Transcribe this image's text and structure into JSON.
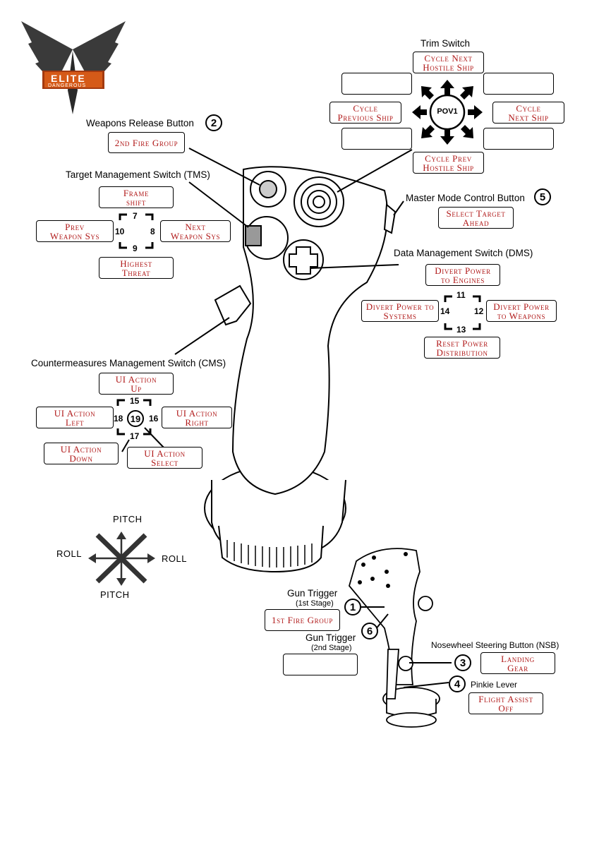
{
  "logo": {
    "text": "ELITE",
    "subtext": "DANGEROUS"
  },
  "trim": {
    "title": "Trim Switch",
    "hub": "POV1",
    "up": "Cycle Next\nHostile Ship",
    "left": "Cycle\nPrevious Ship",
    "right": "Cycle\nNext Ship",
    "down": "Cycle Prev\nHostile Ship"
  },
  "weapons_release": {
    "title": "Weapons Release Button",
    "badge": "2",
    "action": "2nd Fire Group"
  },
  "tms": {
    "title": "Target Management Switch (TMS)",
    "up": "Frame\nshift",
    "left": "Prev\nWeapon Sys",
    "right": "Next\nWeapon Sys",
    "down": "Highest\nThreat",
    "n_up": "7",
    "n_left": "10",
    "n_right": "8",
    "n_down": "9"
  },
  "master_mode": {
    "title": "Master Mode Control Button",
    "badge": "5",
    "action": "Select Target\nAhead"
  },
  "dms": {
    "title": "Data Management Switch (DMS)",
    "up": "Divert Power\nto Engines",
    "left": "Divert Power to\nSystems",
    "right": "Divert Power\nto Weapons",
    "down": "Reset Power\nDistribution",
    "n_up": "11",
    "n_left": "14",
    "n_right": "12",
    "n_down": "13"
  },
  "cms": {
    "title": "Countermeasures Management Switch (CMS)",
    "up": "UI Action\nUp",
    "left": "UI Action\nLeft",
    "right": "UI Action\nRight",
    "down": "UI Action\nDown",
    "select": "UI Action\nSelect",
    "n_up": "15",
    "n_left": "18",
    "n_right": "16",
    "n_down": "17",
    "n_center": "19"
  },
  "axes": {
    "top": "PITCH",
    "bottom": "PITCH",
    "left": "ROLL",
    "right": "ROLL"
  },
  "gun_trigger_1": {
    "title": "Gun Trigger",
    "stage": "(1st Stage)",
    "badge": "1",
    "action": "1st Fire Group"
  },
  "gun_trigger_2": {
    "title": "Gun Trigger",
    "stage": "(2nd Stage)",
    "badge": "6",
    "action": ""
  },
  "nsb": {
    "title": "Nosewheel Steering Button (NSB)",
    "badge": "3",
    "action": "Landing\nGear"
  },
  "pinkie": {
    "title": "Pinkie Lever",
    "badge": "4",
    "action": "Flight Assist\nOff"
  }
}
